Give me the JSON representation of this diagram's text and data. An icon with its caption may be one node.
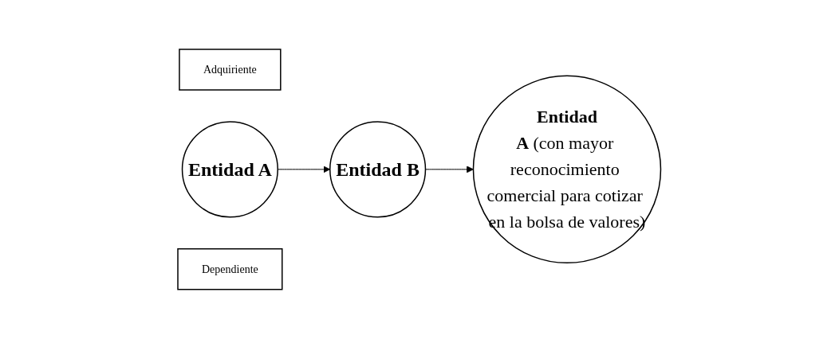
{
  "diagram": {
    "nodes": [
      {
        "text": [
          "Adquiriente"
        ]
      },
      {
        "text": [
          "Entidad A"
        ]
      },
      {
        "text": [
          "Entidad B"
        ]
      },
      {
        "text": [
          "Entidad",
          "**A** (con mayor reconocimiento comercial para cotizar en la bolsa de valores)"
        ]
      },
      {
        "text": [
          "Dependiente"
        ]
      }
    ],
    "edges": [
      {
        "from": 1,
        "to": 2,
        "arrow": "to"
      },
      {
        "from": 2,
        "to": 3,
        "arrow": "to"
      }
    ]
  }
}
